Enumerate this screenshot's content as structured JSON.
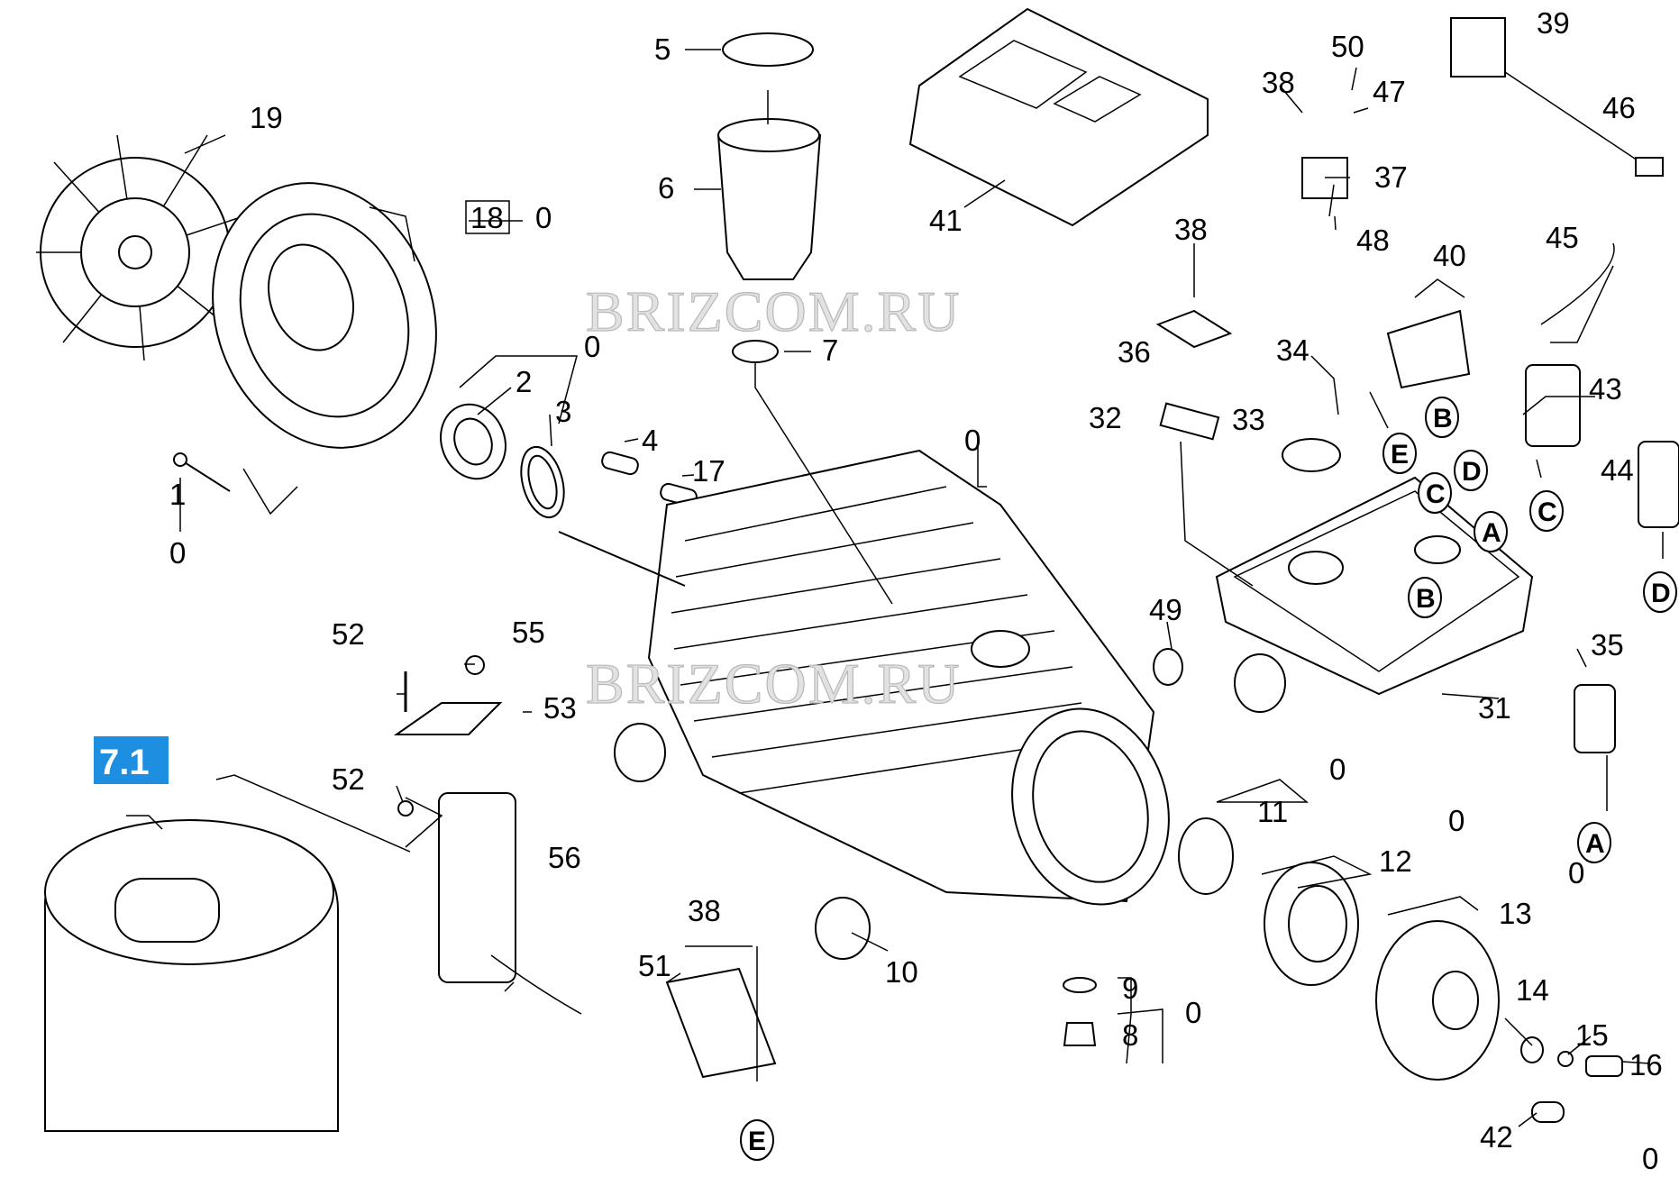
{
  "watermark": "BRIZCOM.RU",
  "callouts": {
    "c1": "1",
    "c0a": "0",
    "c2": "2",
    "c3": "3",
    "c0b": "0",
    "c4": "4",
    "c5": "5",
    "c6": "6",
    "c7": "7",
    "c8": "8",
    "c9": "9",
    "c0c": "0",
    "c10": "10",
    "c11": "11",
    "c0d": "0",
    "c12": "12",
    "c0e": "0",
    "c13": "13",
    "c0f": "0",
    "c14": "14",
    "c15": "15",
    "c16": "16",
    "c42": "42",
    "c0g": "0",
    "c17": "17",
    "c18": "18",
    "c0h": "0",
    "c19": "19",
    "c0i": "0",
    "c31": "31",
    "c32": "32",
    "c33": "33",
    "c34": "34",
    "c35": "35",
    "c36": "36",
    "c37": "37",
    "c38a": "38",
    "c38b": "38",
    "c38c": "38",
    "c39": "39",
    "c40": "40",
    "c41": "41",
    "c43": "43",
    "c44": "44",
    "c45": "45",
    "c46": "46",
    "c47": "47",
    "c48": "48",
    "c49": "49",
    "c50": "50",
    "c51": "51",
    "c52a": "52",
    "c52b": "52",
    "c53": "53",
    "c55": "55",
    "c56": "56"
  },
  "letters": {
    "a1": "A",
    "a2": "A",
    "b1": "B",
    "b2": "B",
    "c1": "C",
    "c2": "C",
    "d1": "D",
    "d2": "D",
    "e1": "E",
    "e2": "E"
  },
  "highlight": {
    "label": "7.1",
    "color": "#1e8fe0"
  }
}
